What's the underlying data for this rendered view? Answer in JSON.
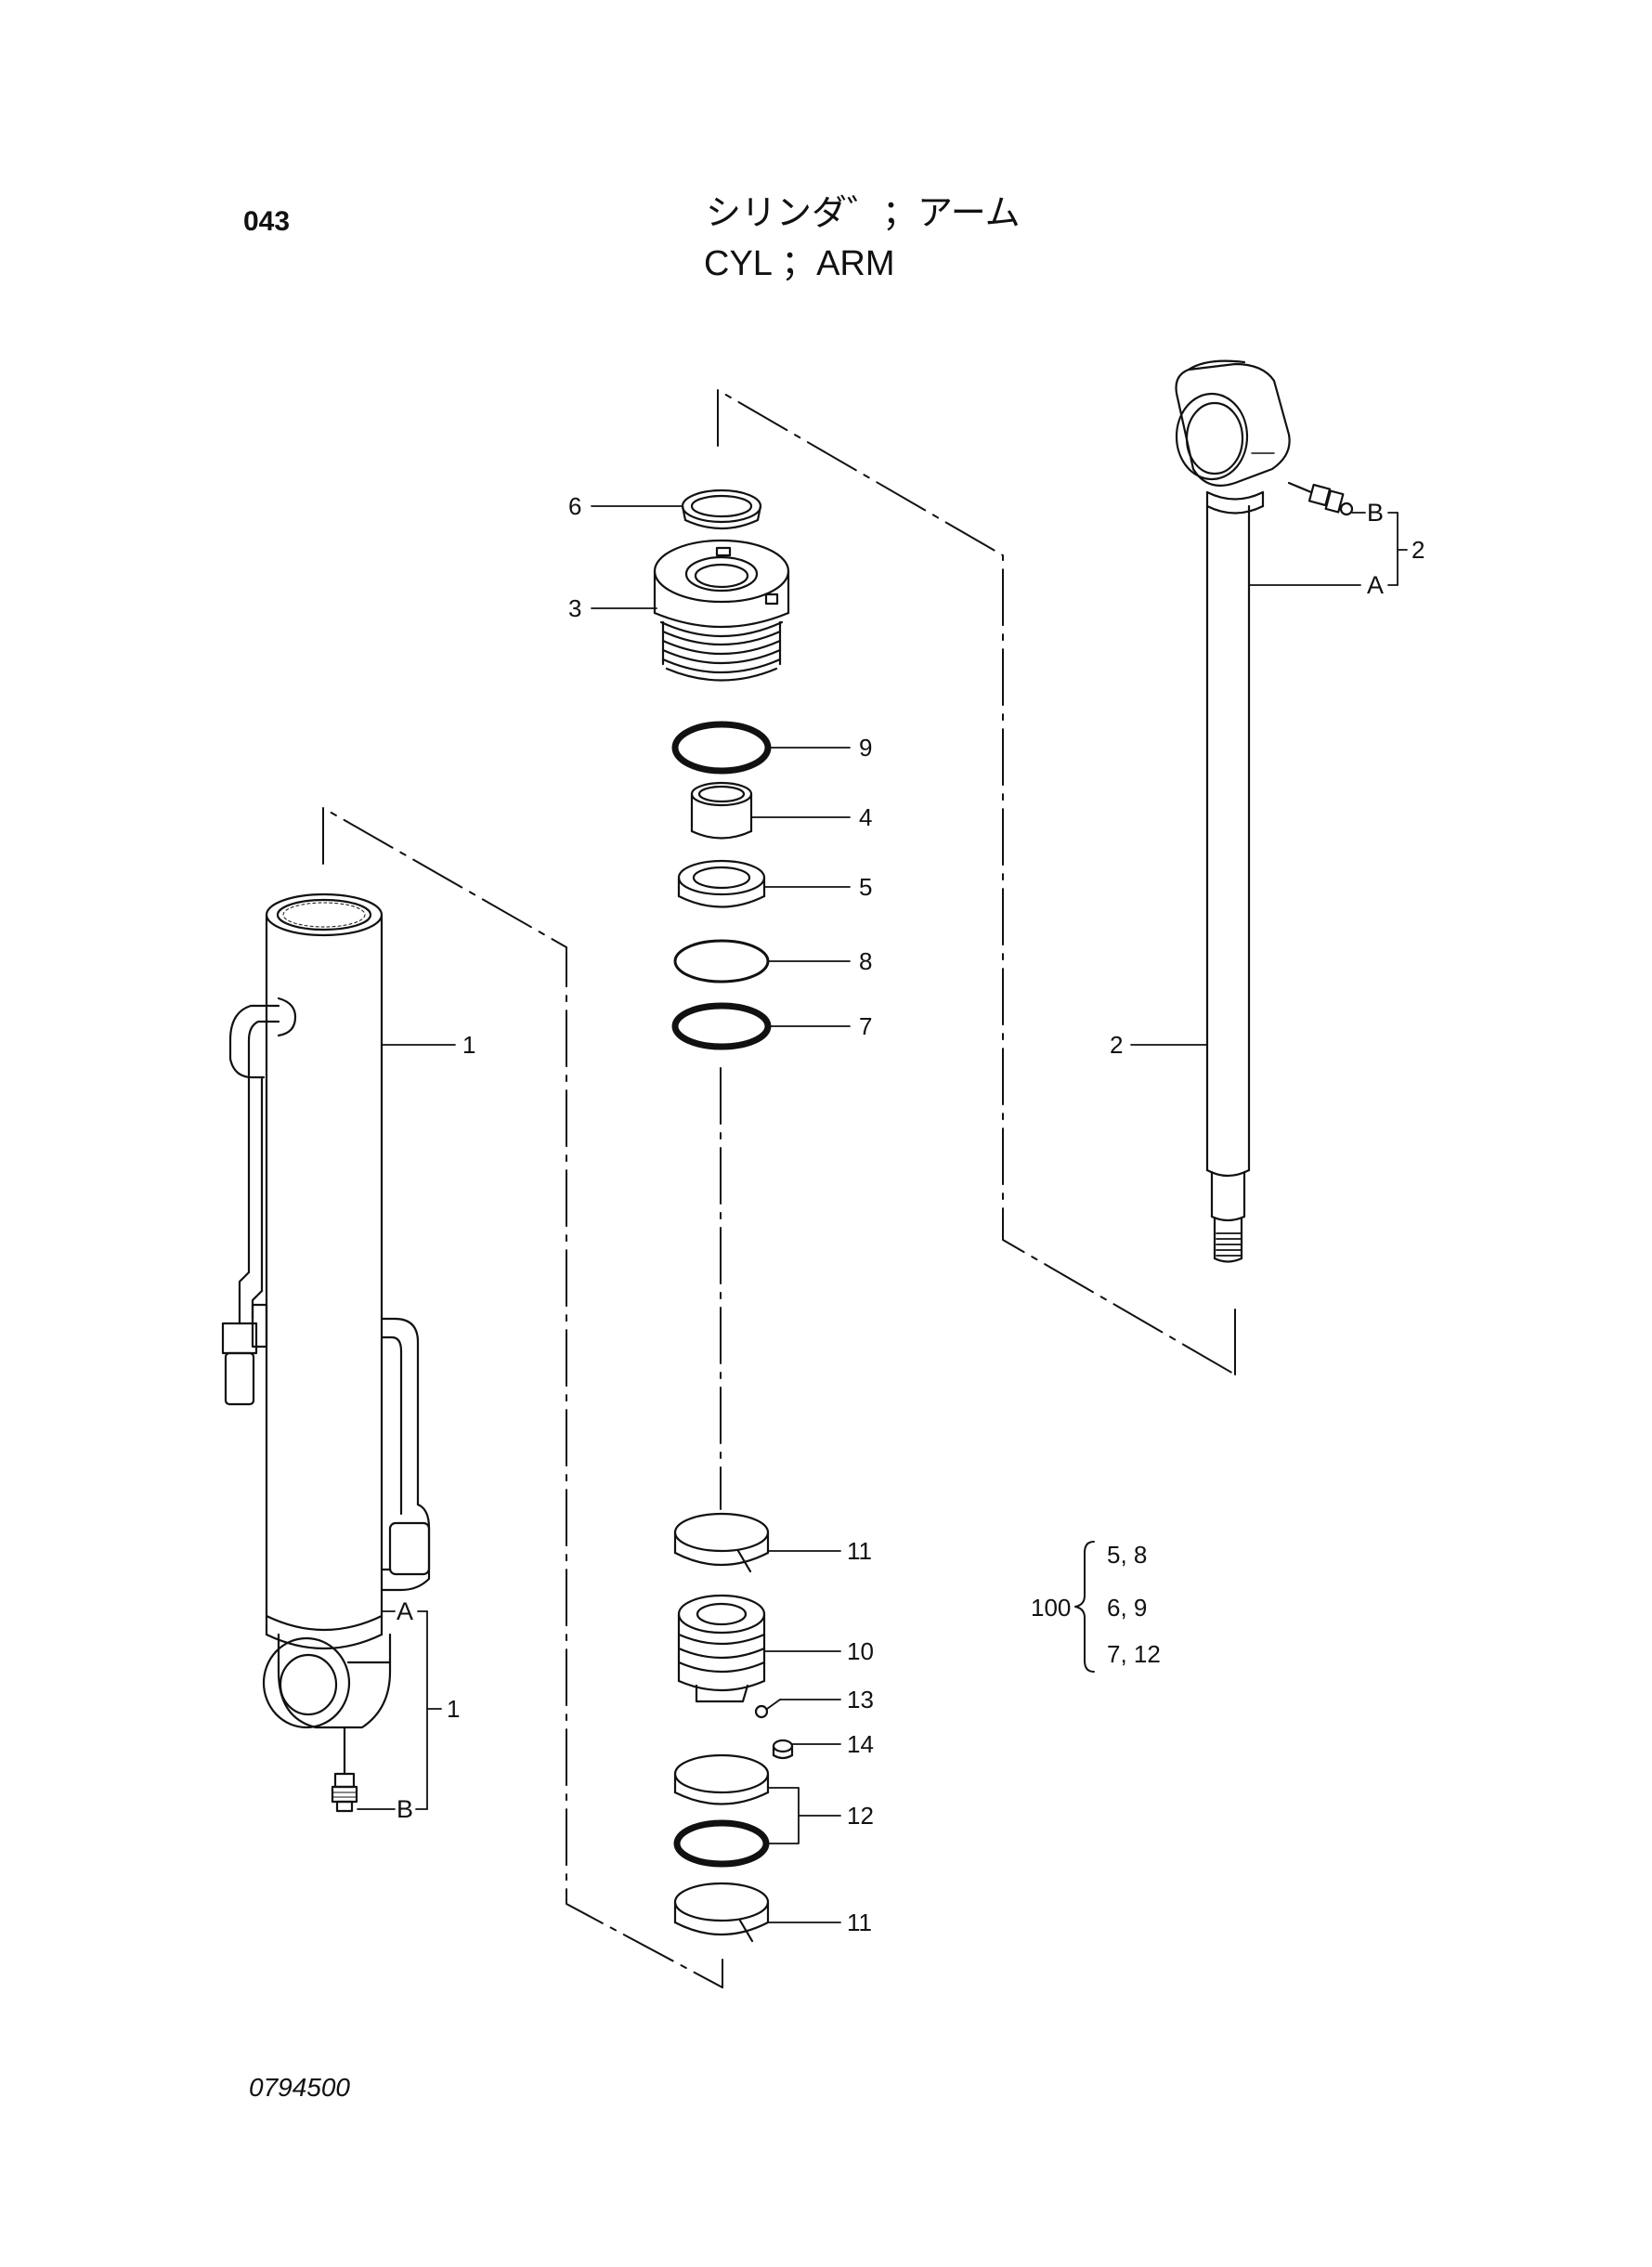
{
  "header": {
    "page_number": "043",
    "title_japanese": "シリンダ゛；アーム",
    "title_english": "CYL ；ARM"
  },
  "footer": {
    "drawing_number": "0794500"
  },
  "callouts": {
    "c1a": "1",
    "c1b": "1",
    "cA_left": "A",
    "cB_left": "B",
    "c2a": "2",
    "c2b": "2",
    "cA_right": "A",
    "cB_right": "B",
    "c3": "3",
    "c4": "4",
    "c5": "5",
    "c6": "6",
    "c7": "7",
    "c8": "8",
    "c9": "9",
    "c10": "10",
    "c11a": "11",
    "c11b": "11",
    "c12": "12",
    "c13": "13",
    "c14": "14"
  },
  "kit": {
    "number": "100",
    "row1": "5,  8",
    "row2": "6,  9",
    "row3": "7,  12"
  }
}
